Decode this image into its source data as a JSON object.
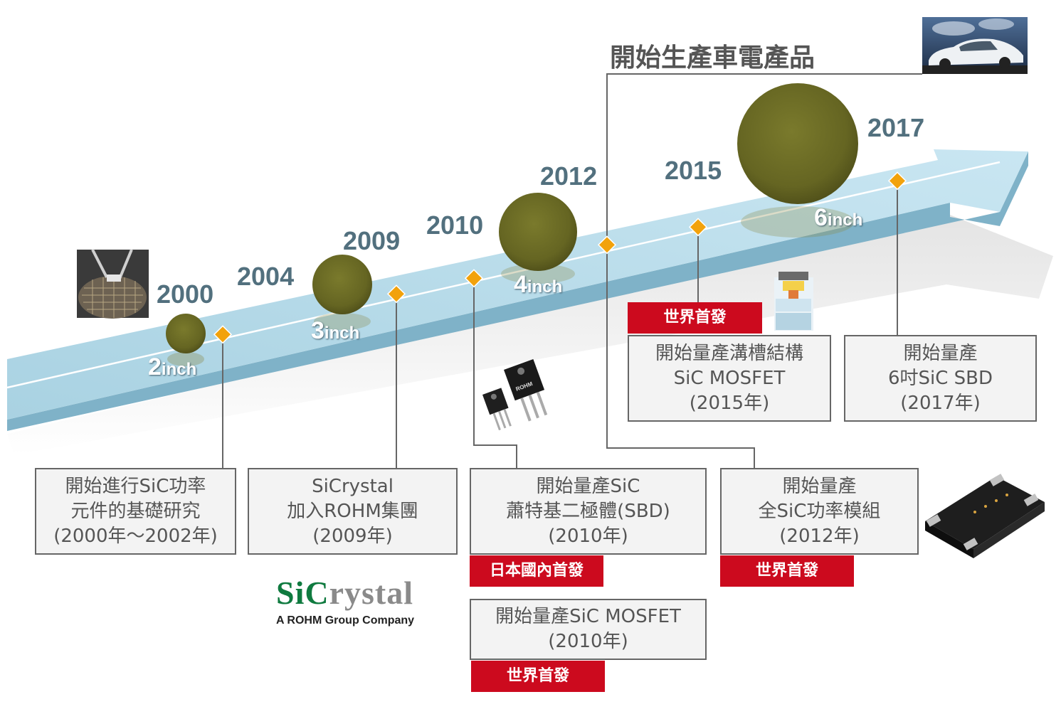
{
  "title": "開始生產車電產品",
  "milestones": [
    {
      "year": "2000",
      "size_num": "2",
      "size_unit": "inch"
    },
    {
      "year": "2004"
    },
    {
      "year": "2009",
      "size_num": "3",
      "size_unit": "inch"
    },
    {
      "year": "2010"
    },
    {
      "year": "2012",
      "size_num": "4",
      "size_unit": "inch"
    },
    {
      "year": "2015"
    },
    {
      "year": "2017",
      "size_num": "6",
      "size_unit": "inch"
    }
  ],
  "boxes": [
    {
      "lines": [
        "開始進行SiC功率",
        "元件的基礎研究",
        "(2000年～2002年)"
      ]
    },
    {
      "lines": [
        "SiCrystal",
        "加入ROHM集團",
        "(2009年)"
      ]
    },
    {
      "lines": [
        "開始量產SiC",
        "蕭特基二極體(SBD)",
        "(2010年)"
      ],
      "badge": "日本國內首發"
    },
    {
      "lines": [
        "開始量產SiC MOSFET",
        "(2010年)"
      ],
      "badge": "世界首發"
    },
    {
      "lines": [
        "開始量產",
        "全SiC功率模組",
        "(2012年)"
      ],
      "badge": "世界首發"
    },
    {
      "lines": [
        "開始量產溝槽結構",
        "SiC MOSFET",
        "(2015年)"
      ],
      "badge": "世界首發"
    },
    {
      "lines": [
        "開始量產",
        "6吋SiC SBD",
        "(2017年)"
      ]
    }
  ],
  "logo": {
    "brand_green": "SiC",
    "brand_gray": "rystal",
    "tagline": "A ROHM Group Company"
  },
  "chip_brand": "ROHM",
  "colors": {
    "arrow_top": "#b8dcea",
    "arrow_side": "#7fb2c8",
    "year_text": "#52707e",
    "diamond": "#f2a20c",
    "badge": "#cc0a1e",
    "wafer": "#6b6b22",
    "logo_green": "#0f7a3f"
  },
  "icons": [
    "wafer-photo-icon",
    "car-photo-icon",
    "package-chip-icon",
    "power-module-icon",
    "mosfet-cross-section-icon"
  ]
}
